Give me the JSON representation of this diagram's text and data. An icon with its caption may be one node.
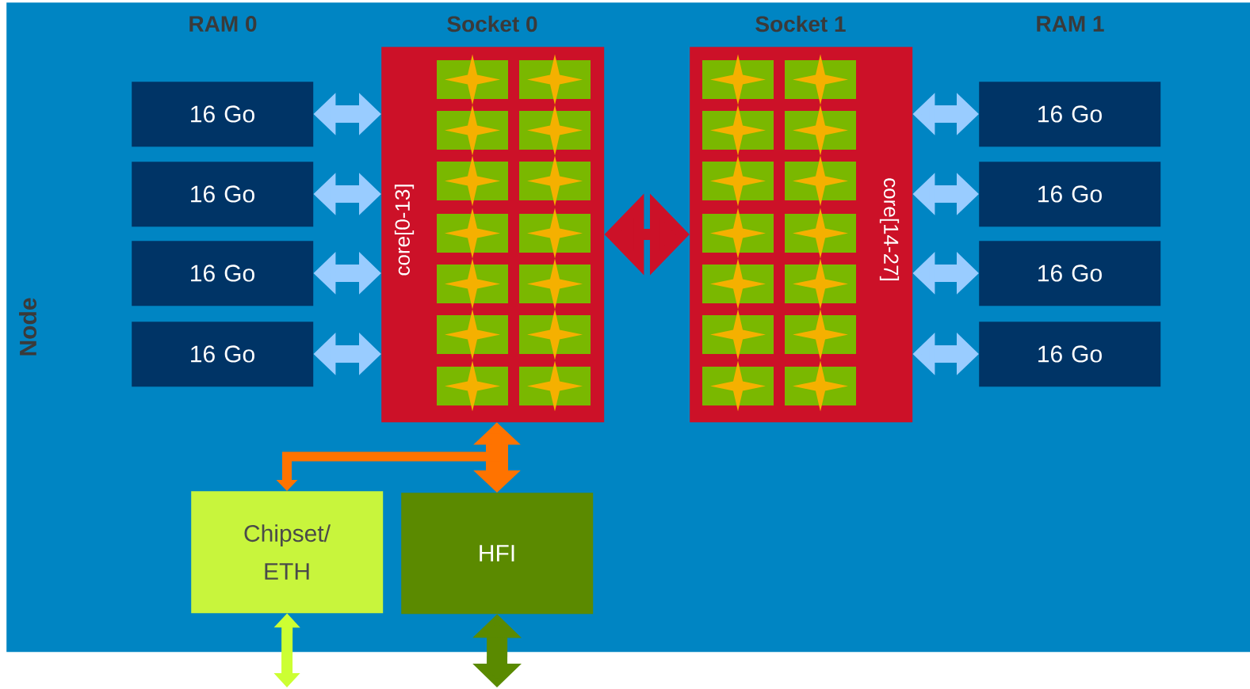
{
  "diagram": {
    "nodes": [
      {
        "text": [
          "Node"
        ]
      },
      {
        "text": [
          "Socket 0",
          "core[0-13]"
        ],
        "in": 0
      },
      {
        "text": [
          "Socket 1",
          "core[14-27]"
        ],
        "in": 0
      },
      {
        "text": [
          "16 Go"
        ],
        "in": 0
      },
      {
        "text": [
          "16 Go"
        ],
        "in": 0
      },
      {
        "text": [
          "16 Go"
        ],
        "in": 0
      },
      {
        "text": [
          "16 Go"
        ],
        "in": 0
      },
      {
        "text": [
          "16 Go"
        ],
        "in": 0
      },
      {
        "text": [
          "16 Go"
        ],
        "in": 0
      },
      {
        "text": [
          "16 Go"
        ],
        "in": 0
      },
      {
        "text": [
          "16 Go"
        ],
        "in": 0
      },
      {
        "text": [
          "Chipset/ ETH"
        ],
        "in": 0
      },
      {
        "text": [
          "HFI"
        ],
        "in": 0
      }
    ],
    "edges": [
      {
        "from": 3,
        "to": 1,
        "arrow": "both"
      },
      {
        "from": 4,
        "to": 1,
        "arrow": "both"
      },
      {
        "from": 5,
        "to": 1,
        "arrow": "both"
      },
      {
        "from": 6,
        "to": 1,
        "arrow": "both"
      },
      {
        "from": 7,
        "to": 2,
        "arrow": "both"
      },
      {
        "from": 8,
        "to": 2,
        "arrow": "both"
      },
      {
        "from": 9,
        "to": 2,
        "arrow": "both"
      },
      {
        "from": 10,
        "to": 2,
        "arrow": "both"
      },
      {
        "from": 1,
        "to": 2,
        "arrow": "both",
        "color": "#cc1128"
      },
      {
        "from": 1,
        "to": 12,
        "arrow": "both",
        "color": "#ff7300"
      },
      {
        "from": 1,
        "to": 11,
        "arrow": "both",
        "color": "#ff7300"
      },
      {
        "from": 11,
        "to": null,
        "arrow": "both",
        "color": "#ccff33"
      },
      {
        "from": 12,
        "to": null,
        "arrow": "both",
        "color": "#5a8a00"
      }
    ],
    "labels": [
      "RAM 0",
      "RAM 1"
    ]
  }
}
